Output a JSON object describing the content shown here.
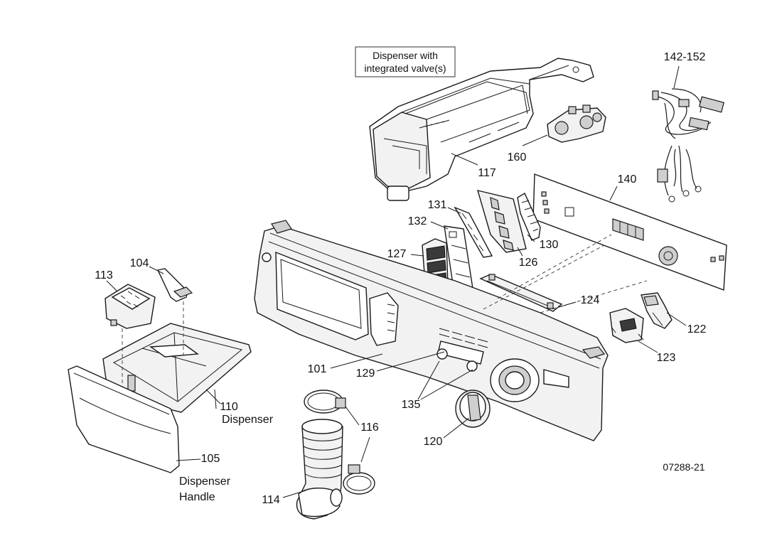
{
  "callout": {
    "line1": "Dispenser with",
    "line2": "integrated valve(s)"
  },
  "labels": {
    "p101": "101",
    "p104": "104",
    "p105": "105",
    "p110": "110",
    "p110_name": "Dispenser",
    "p113": "113",
    "p114": "114",
    "p116": "116",
    "p117": "117",
    "p120": "120",
    "p122": "122",
    "p123": "123",
    "p124": "124",
    "p126": "126",
    "p127": "127",
    "p129": "129",
    "p130": "130",
    "p131": "131",
    "p132": "132",
    "p135": "135",
    "p140": "140",
    "p142": "142-152",
    "p160": "160",
    "handle_line1": "Dispenser",
    "handle_line2": "Handle"
  },
  "figure_id": "07288-21"
}
